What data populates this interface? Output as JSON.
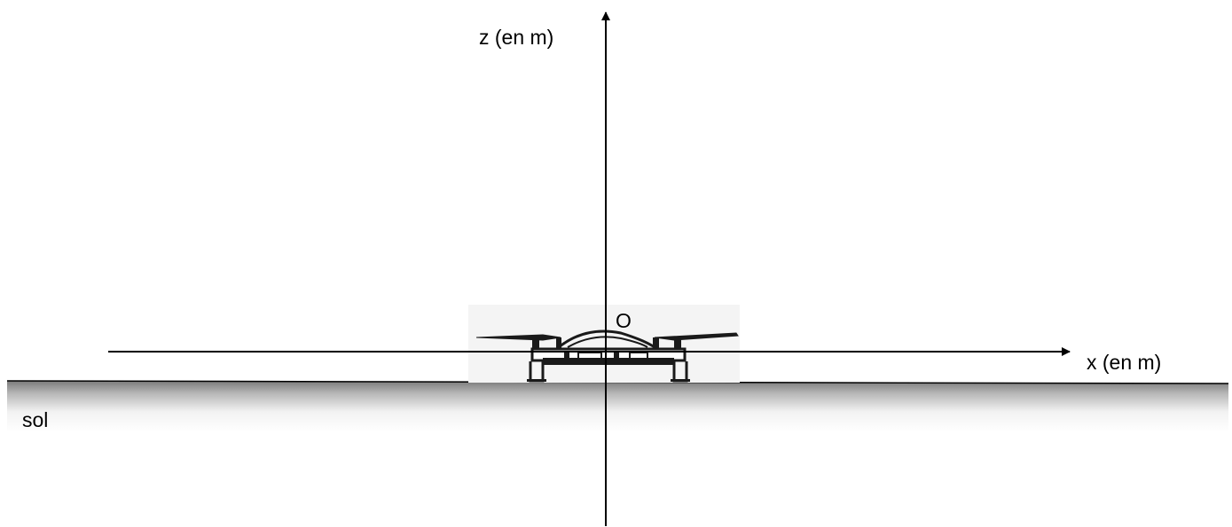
{
  "labels": {
    "z_axis": "z (en m)",
    "x_axis": "x (en m)",
    "origin": "O",
    "ground": "sol"
  },
  "colors": {
    "axis": "#000000",
    "ground_top": "#7a7a7a",
    "ground_bottom": "#ffffff",
    "drone": "#1a1a1a"
  },
  "icons": {
    "drone": "quadcopter-drone-icon"
  }
}
